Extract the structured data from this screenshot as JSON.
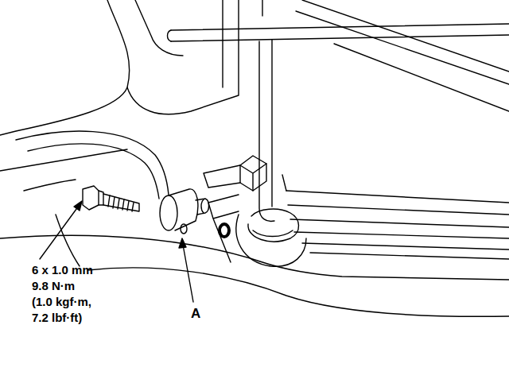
{
  "diagram": {
    "labels": [
      "6 x 1.0 mm",
      "9.8 N·m",
      "(1.0 kgf·m,",
      "7.2 lbf·ft)",
      "A"
    ]
  }
}
